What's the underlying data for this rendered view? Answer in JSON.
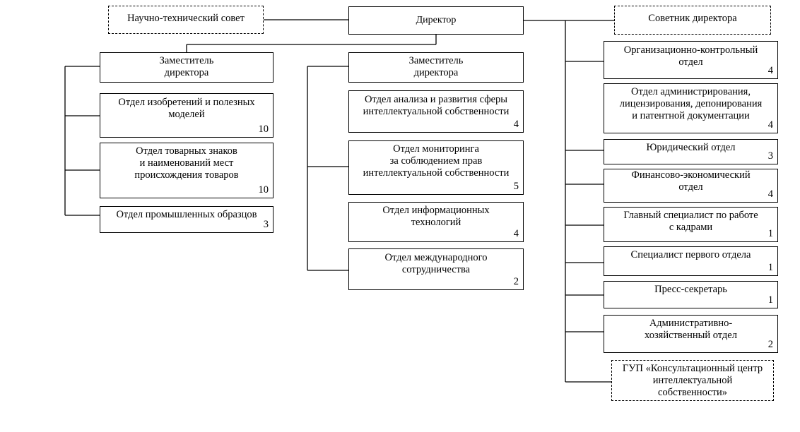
{
  "nodes": {
    "director": {
      "label": "Директор"
    },
    "scientific_council": {
      "label": "Научно-технический совет"
    },
    "advisor": {
      "label": "Советник директора"
    },
    "deputy_left": {
      "label": "Заместитель\nдиректора"
    },
    "deputy_mid": {
      "label": "Заместитель\nдиректора"
    },
    "inventions": {
      "label": "Отдел изобретений и полезных\nмоделей",
      "count": "10"
    },
    "trademarks": {
      "label": "Отдел товарных знаков\nи наименований мест\nпроисхождения товаров",
      "count": "10"
    },
    "industrial_designs": {
      "label": "Отдел промышленных образцов",
      "count": "3"
    },
    "ip_analysis": {
      "label": "Отдел анализа и развития сферы\nинтеллектуальной собственности",
      "count": "4"
    },
    "ip_monitoring": {
      "label": "Отдел мониторинга\nза соблюдением прав\nинтеллектуальной собственности",
      "count": "5"
    },
    "it": {
      "label": "Отдел информационных\nтехнологий",
      "count": "4"
    },
    "intl": {
      "label": "Отдел международного\nсотрудничества",
      "count": "2"
    },
    "org_control": {
      "label": "Организационно-контрольный\nотдел",
      "count": "4"
    },
    "admin_licensing": {
      "label": "Отдел администрирования,\nлицензирования, депонирования\nи патентной документации",
      "count": "4"
    },
    "legal": {
      "label": "Юридический отдел",
      "count": "3"
    },
    "finance": {
      "label": "Финансово-экономический\nотдел",
      "count": "4"
    },
    "hr": {
      "label": "Главный специалист по работе\nс кадрами",
      "count": "1"
    },
    "first_dept": {
      "label": "Специалист первого отдела",
      "count": "1"
    },
    "press": {
      "label": "Пресс-секретарь",
      "count": "1"
    },
    "admin_household": {
      "label": "Административно-\nхозяйственный отдел",
      "count": "2"
    },
    "gup_center": {
      "label": "ГУП «Консультационный центр\nинтеллектуальной\nсобственности»"
    }
  }
}
